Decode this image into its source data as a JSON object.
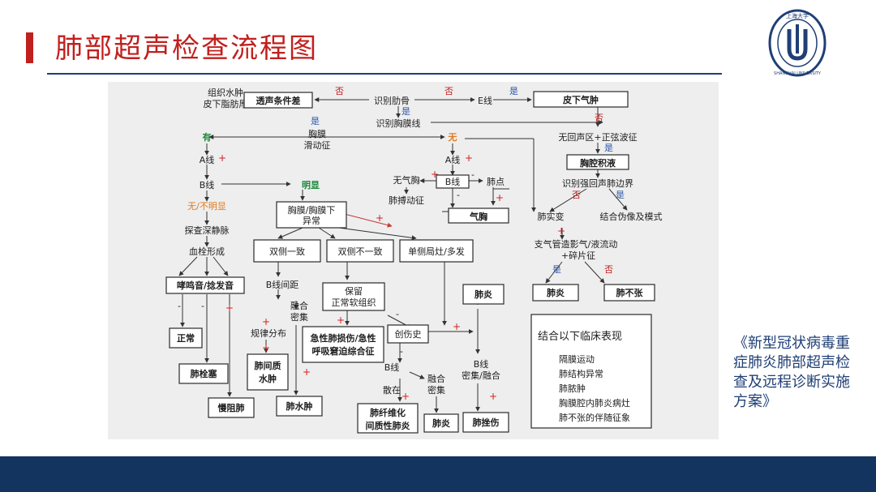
{
  "slide": {
    "title": "肺部超声检查流程图",
    "source_note": "《新型冠状病毒重症肺炎肺部超声检查及远程诊断实施方案》"
  },
  "logo": {
    "text_ring": "SHANGHAI UNIVERSITY",
    "text_top": "上海大学",
    "color": "#1f3f75"
  },
  "colors": {
    "accent": "#c0201e",
    "navy": "#1f3f75",
    "yes": "#2c57a6",
    "no": "#c0201e",
    "green": "#1a8a3a",
    "orange": "#e07a1e"
  },
  "flow": {
    "n_edema": [
      "组织水肿",
      "皮下脂肪厚"
    ],
    "n_poor": "透声条件差",
    "n_rib": "识别肋骨",
    "n_eline": "E线",
    "n_subq": "皮下气肿",
    "n_pleura": "识别胸膜线",
    "n_slide": [
      "胸膜",
      "滑动征"
    ],
    "n_has": "有",
    "n_none": "无",
    "n_aline_l": "A线",
    "n_bline_l": "B线",
    "n_obvious": "明显",
    "n_notobv": "无/不明显",
    "n_dvt": "探查深静脉",
    "n_thrombus": "血栓形成",
    "n_wheeze": "哮鸣音/捻发音",
    "n_normal": "正常",
    "n_pe": "肺栓塞",
    "n_copd": "慢阻肺",
    "n_abnormal": [
      "胸膜/胸膜下",
      "异常"
    ],
    "n_bilat_same": "双侧一致",
    "n_bilat_diff": "双侧不一致",
    "n_unilat": "单侧局灶/多发",
    "n_bspacing": "B线间距",
    "n_regular": "规律分布",
    "n_confl": [
      "融合",
      "密集"
    ],
    "n_interst": [
      "肺间质",
      "水肿"
    ],
    "n_pulm_edema": "肺水肿",
    "n_preserve": [
      "保留",
      "正常软组织"
    ],
    "n_ards": [
      "急性肺损伤/急性",
      "呼吸窘迫综合征"
    ],
    "n_trauma": "创伤史",
    "n_scatter": [
      "B线",
      "散在"
    ],
    "n_confl2": [
      "融合",
      "密集"
    ],
    "n_fibrosis": [
      "肺纤维化",
      "间质性肺炎"
    ],
    "n_pneu_mid": "肺炎",
    "n_contusion": "肺挫伤",
    "n_pneu_box": "肺炎",
    "n_bconfl": [
      "B线",
      "密集/融合"
    ],
    "n_aline_m": "A线",
    "n_bline_m": "B线",
    "n_noair": "无气胸",
    "n_lungpoint": "肺点",
    "n_pulse": "肺搏动征",
    "n_ptx": "气胸",
    "n_consol": "肺实变",
    "n_anechoic": "无回声区+正弦波征",
    "n_effusion": "胸腔积液",
    "n_boundary": "识别强回声肺边界",
    "n_combo": "结合伪像及模式",
    "n_bronch": [
      "支气管造影气/液流动",
      "+碎片征"
    ],
    "n_pneu_r": "肺炎",
    "n_atel": "肺不张",
    "clinical": {
      "title": "结合以下临床表现",
      "items": [
        "隔膜运动",
        "肺结构异常",
        "肺脓肿",
        "胸膜腔内肺炎病灶",
        "肺不张的伴随征象"
      ]
    },
    "yes": "是",
    "no": "否",
    "plus": "+",
    "minus": "-"
  }
}
